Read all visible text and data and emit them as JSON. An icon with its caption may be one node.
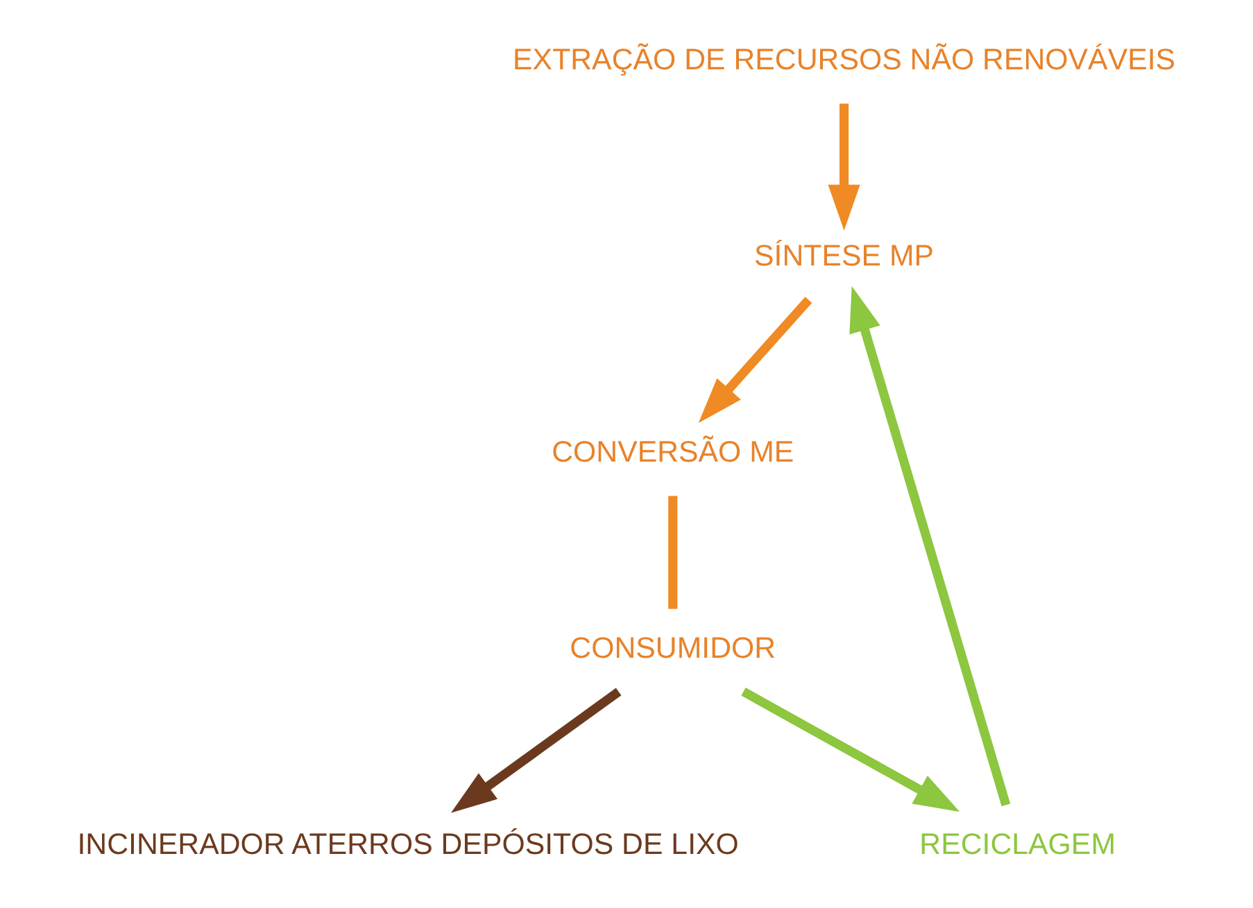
{
  "diagram": {
    "nodes": [
      {
        "text": [
          "EXTRAÇÃO DE RECURSOS NÃO RENOVÁVEIS"
        ]
      },
      {
        "text": [
          "SÍNTESE MP"
        ]
      },
      {
        "text": [
          "CONVERSÃO ME"
        ]
      },
      {
        "text": [
          "CONSUMIDOR"
        ]
      },
      {
        "text": [
          "INCINERADOR ATERROS DEPÓSITOS DE LIXO"
        ]
      },
      {
        "text": [
          "RECICLAGEM"
        ]
      }
    ],
    "edges": [
      {
        "from": 0,
        "to": 1,
        "arrow": "to"
      },
      {
        "from": 1,
        "to": 2,
        "arrow": "to"
      },
      {
        "from": 2,
        "to": 3,
        "arrow": "none"
      },
      {
        "from": 3,
        "to": 4,
        "arrow": "to",
        "color": "#6b3a1e"
      },
      {
        "from": 3,
        "to": 5,
        "arrow": "to",
        "color": "#8dc63f"
      },
      {
        "from": 5,
        "to": 1,
        "arrow": "to",
        "color": "#8dc63f"
      }
    ]
  }
}
